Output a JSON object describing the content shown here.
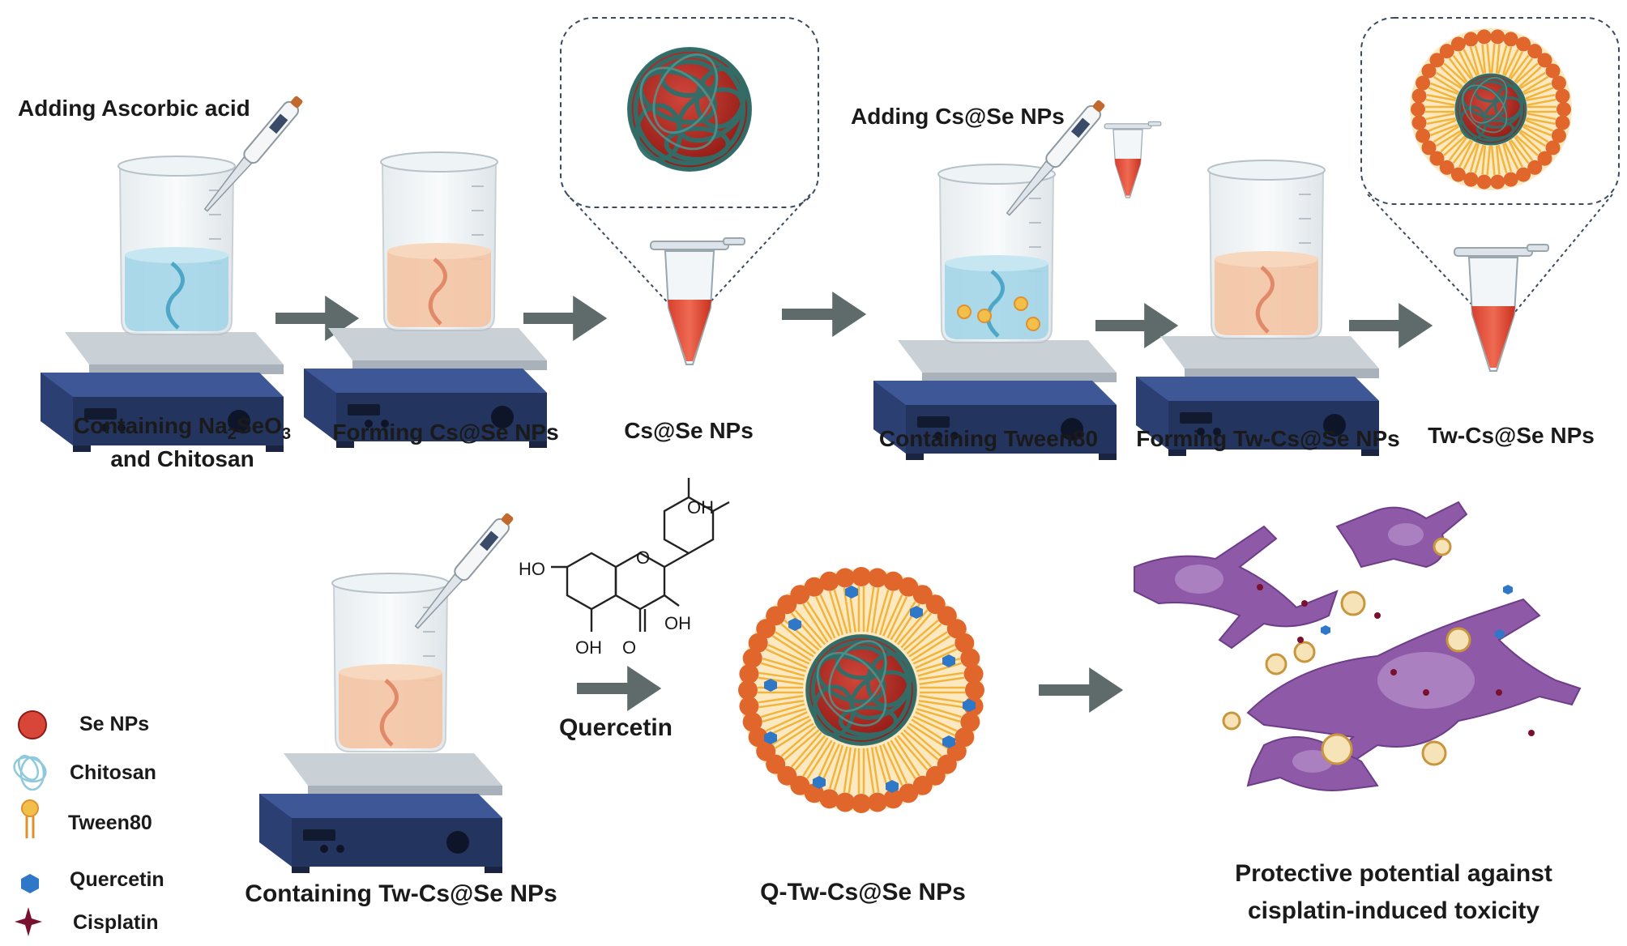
{
  "steps": {
    "adding_ascorbic_acid": "Adding Ascorbic acid",
    "containing_na2seo3_prefix": "Containing Na",
    "containing_na2seo3_sub1": "2",
    "containing_na2seo3_mid": "SeO",
    "containing_na2seo3_sub2": "3",
    "and_chitosan": "and Chitosan",
    "forming_cs_se": "Forming Cs@Se NPs",
    "cs_se_nps": "Cs@Se NPs",
    "adding_cs_se": "Adding Cs@Se NPs",
    "containing_tween80": "Containing Tween80",
    "forming_tw_cs_se": "Forming Tw-Cs@Se NPs",
    "tw_cs_se_nps": "Tw-Cs@Se NPs",
    "containing_tw_cs_se": "Containing Tw-Cs@Se NPs",
    "quercetin": "Quercetin",
    "q_tw_cs_se": "Q-Tw-Cs@Se NPs",
    "protective_line1": "Protective potential against",
    "protective_line2": "cisplatin-induced toxicity"
  },
  "chemical": {
    "oh_top": "OH",
    "ho_left": "HO",
    "oh_right": "OH",
    "oh_bottom": "OH",
    "o_carbonyl": "O",
    "o_ring": "O"
  },
  "legend": {
    "se_nps": "Se NPs",
    "chitosan": "Chitosan",
    "tween80": "Tween80",
    "quercetin": "Quercetin",
    "cisplatin": "Cisplatin"
  },
  "colors": {
    "se_red": "#b52a20",
    "chitosan_green": "#2f6f6a",
    "tween_head": "#e0662c",
    "tween_tail": "#f2c04a",
    "quercetin_blue": "#2f78c8",
    "cisplatin": "#7a1030",
    "cell_purple": "#8e5aa8",
    "arrow_gray": "#5f6b6b",
    "stirrer_blue": "#2c3f73"
  }
}
